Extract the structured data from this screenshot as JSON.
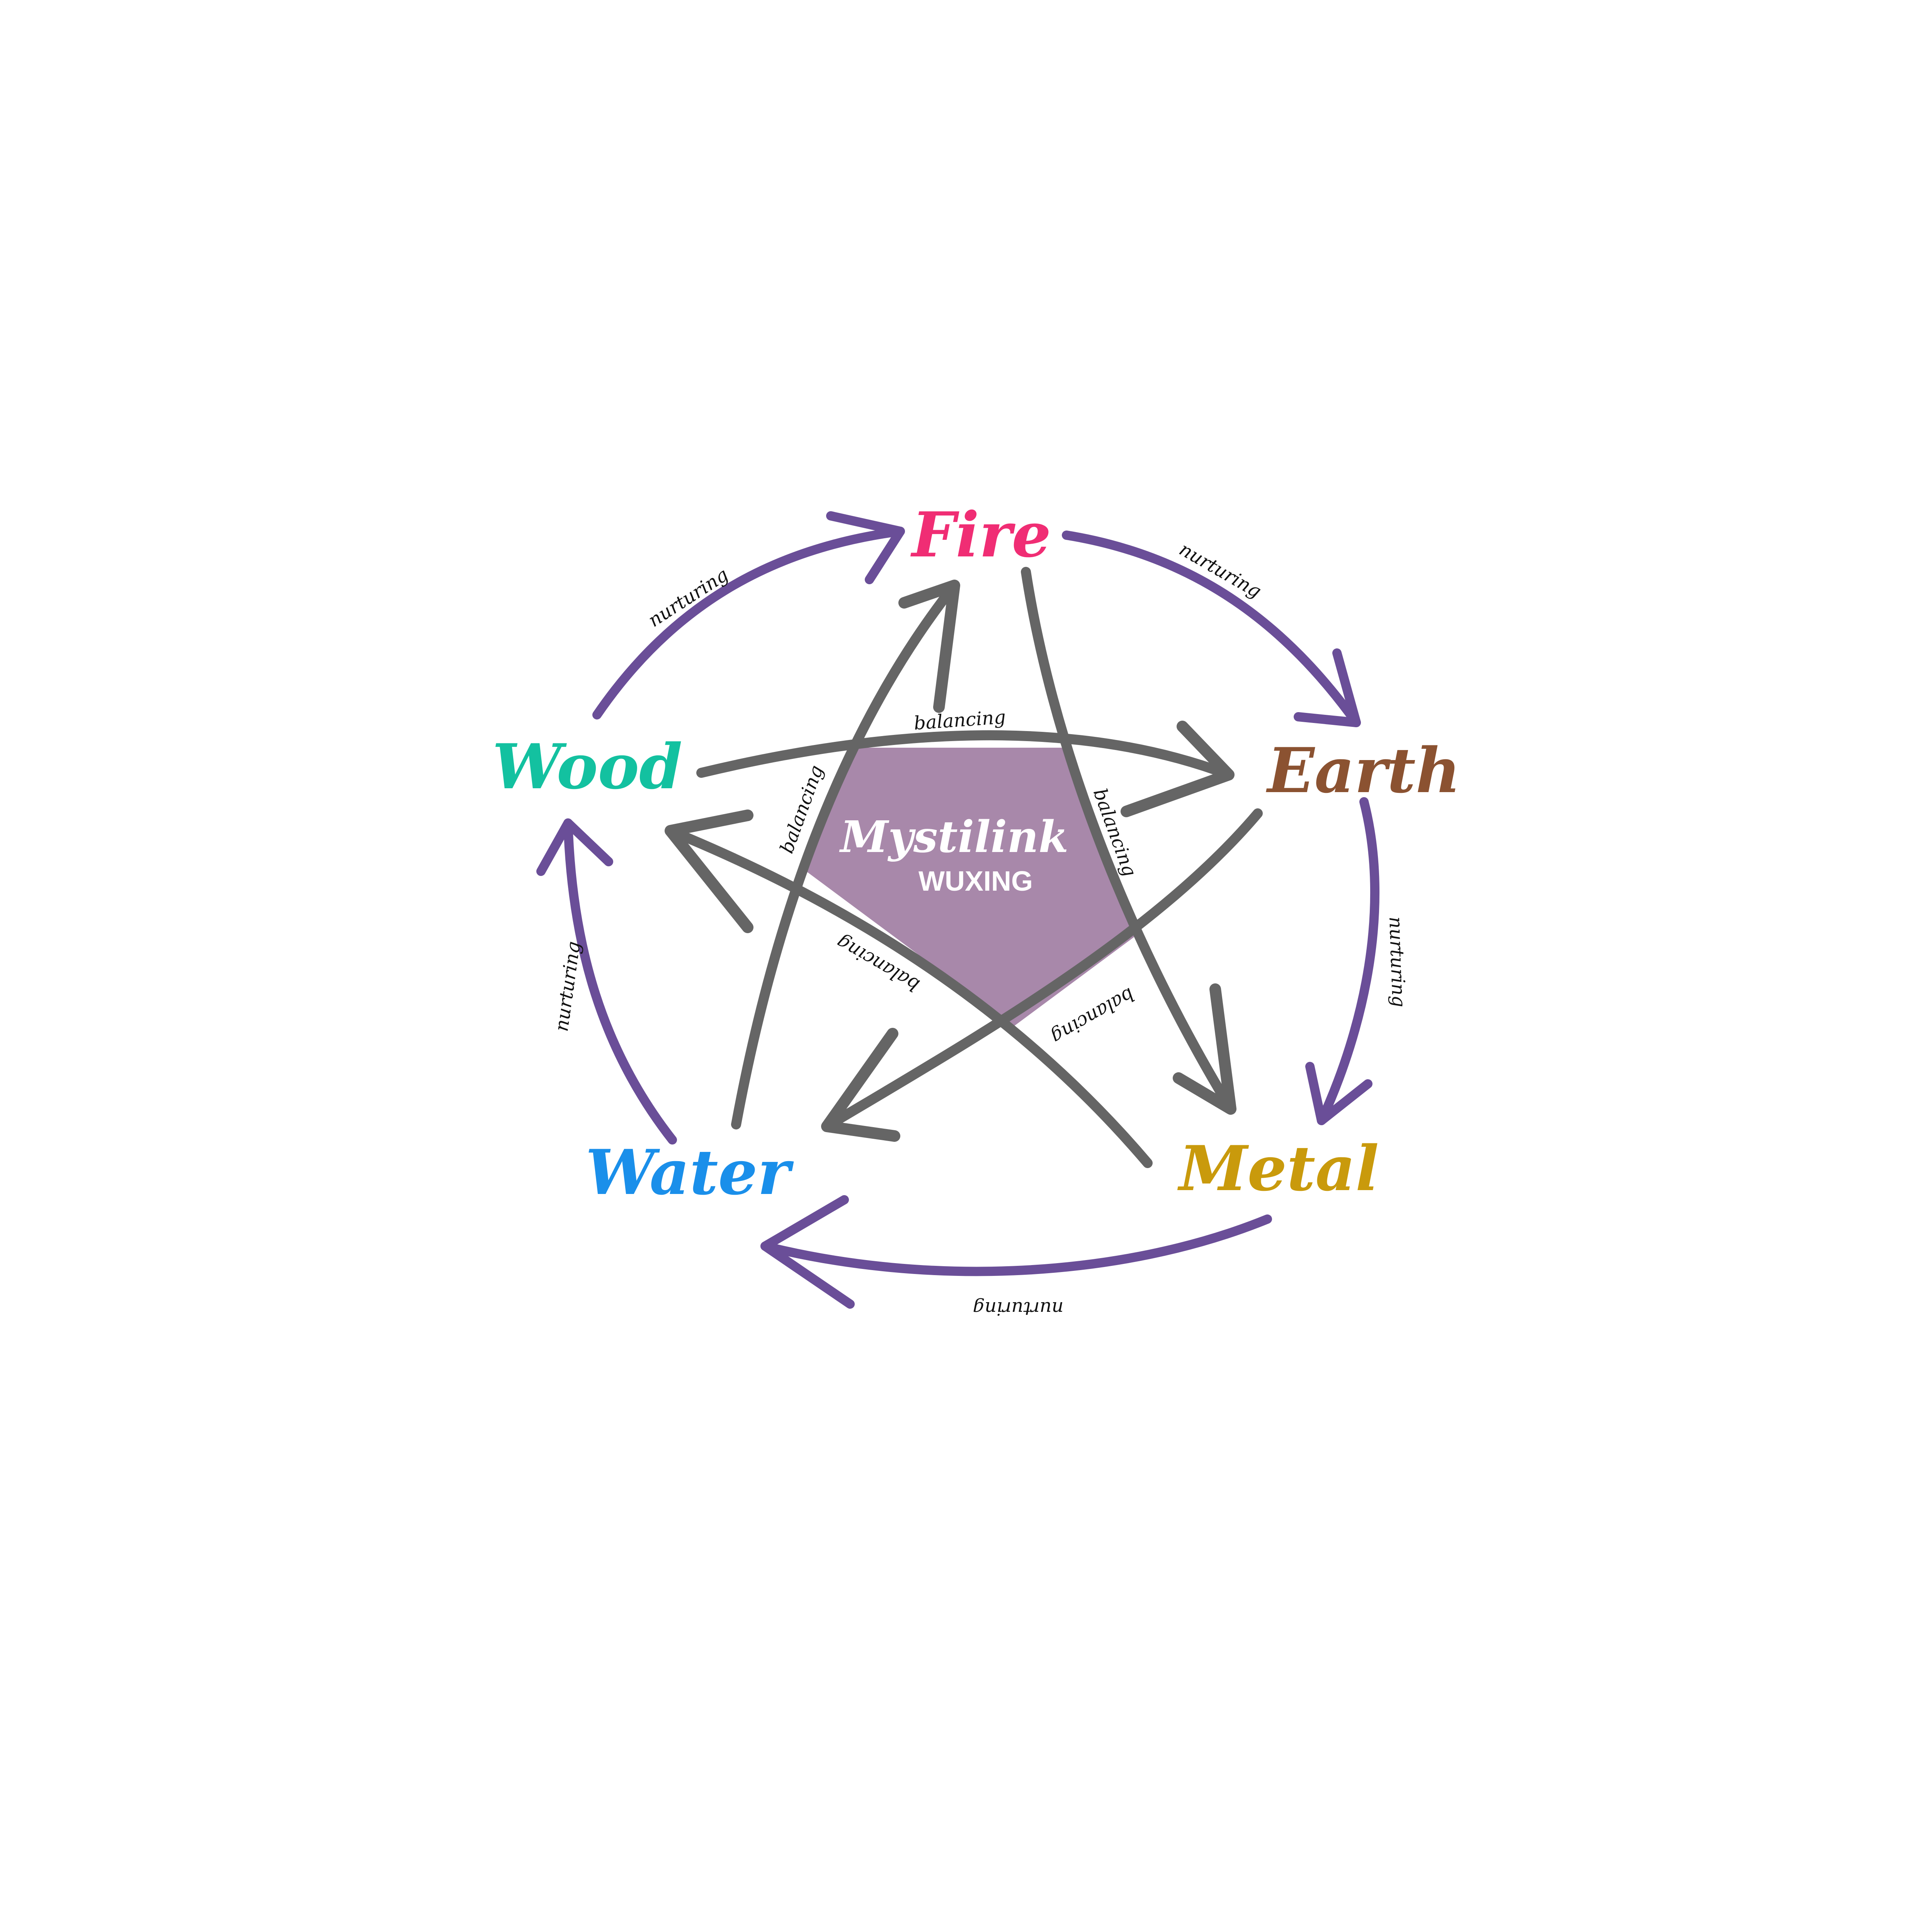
{
  "title": "Mystilink",
  "subtitle": "WUXING",
  "colors": {
    "nurturing_arrow": "#6a4e98",
    "balancing_arrow": "#656565",
    "center_fill": "#a888aa"
  },
  "elements": [
    {
      "id": "fire",
      "label": "Fire",
      "color": "#f02d74"
    },
    {
      "id": "earth",
      "label": "Earth",
      "color": "#8b5231"
    },
    {
      "id": "metal",
      "label": "Metal",
      "color": "#c99a0c"
    },
    {
      "id": "water",
      "label": "Water",
      "color": "#1a8fea"
    },
    {
      "id": "wood",
      "label": "Wood",
      "color": "#13c1a0"
    }
  ],
  "nurturing": [
    {
      "from": "Wood",
      "to": "Fire",
      "label": "nurturing"
    },
    {
      "from": "Fire",
      "to": "Earth",
      "label": "nurturing"
    },
    {
      "from": "Earth",
      "to": "Metal",
      "label": "nurturing"
    },
    {
      "from": "Metal",
      "to": "Water",
      "label": "nurturing"
    },
    {
      "from": "Water",
      "to": "Wood",
      "label": "nurturing"
    }
  ],
  "balancing": [
    {
      "from": "Wood",
      "to": "Earth",
      "label": "balancing"
    },
    {
      "from": "Earth",
      "to": "Water",
      "label": "balancing"
    },
    {
      "from": "Water",
      "to": "Fire",
      "label": "balancing"
    },
    {
      "from": "Fire",
      "to": "Metal",
      "label": "balancing"
    },
    {
      "from": "Metal",
      "to": "Wood",
      "label": "balancing"
    }
  ]
}
